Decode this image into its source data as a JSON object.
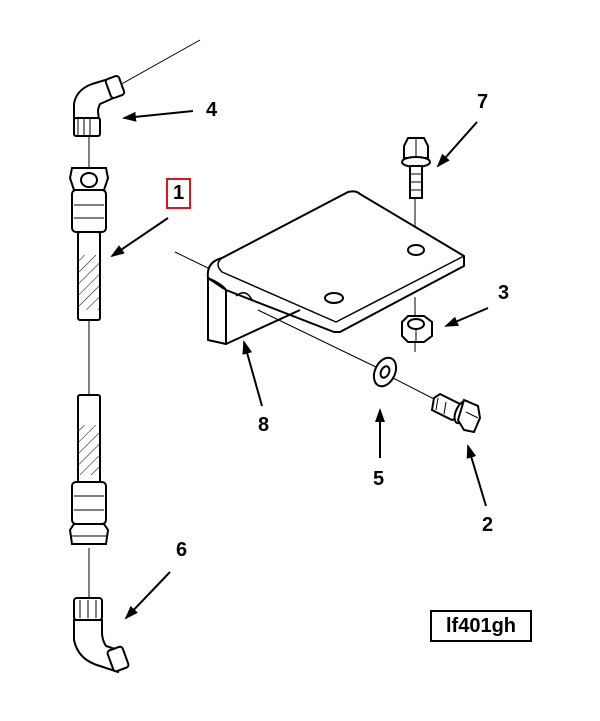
{
  "callouts": {
    "c1": "1",
    "c2": "2",
    "c3": "3",
    "c4": "4",
    "c5": "5",
    "c6": "6",
    "c7": "7",
    "c8": "8"
  },
  "figure_id": "lf401gh",
  "highlight_color": "#e0141e"
}
